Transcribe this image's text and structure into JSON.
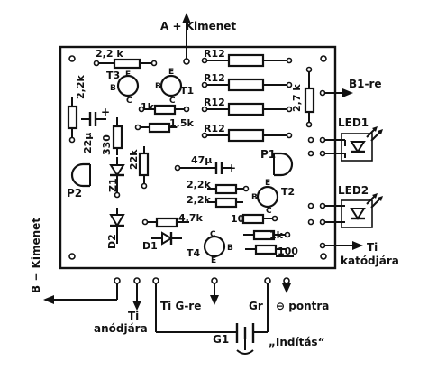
{
  "colors": {
    "ink": "#111111",
    "paper": "#ffffff"
  },
  "labels": {
    "out_top": "A + Kimenet",
    "out_left": "B − Kimenet",
    "b1": "B1-re",
    "led1": "LED1",
    "led2": "LED2",
    "ti_cathode_1": "Ti",
    "ti_cathode_2": "katódjára",
    "ti_anode_1": "Ti",
    "ti_anode_2": "anódjára",
    "ti_g": "Ti  G-re",
    "gr": "Gr",
    "minus_pontra": "⊖ pontra",
    "g1": "G1",
    "inditas": "„Indítás“"
  },
  "components": {
    "r_2k2_top": "2,2 k",
    "r_2k2_left": "2,2k",
    "r12_1": "R12",
    "r12_2": "R12",
    "r12_3": "R12",
    "r12_4": "R12",
    "r_2k7": "2,7 k",
    "r_1k": "1k",
    "r_1k5": "1,5k",
    "c_22u": "22μ",
    "r_330": "330",
    "r_22k": "22k",
    "c_47u": "47μ",
    "r_2k2_a": "2,2k",
    "r_2k2_b": "2,2k",
    "r_10": "10",
    "r_4k7": "4,7k",
    "r_1k_b": "1k",
    "r_100": "100",
    "t1": "T1",
    "t2": "T2",
    "t3": "T3",
    "t4": "T4",
    "p1": "P1",
    "p2": "P2",
    "z1": "Z1",
    "d1": "D1",
    "d2": "D2",
    "pin_e": "E",
    "pin_b": "B",
    "pin_c": "C",
    "plus": "+"
  }
}
